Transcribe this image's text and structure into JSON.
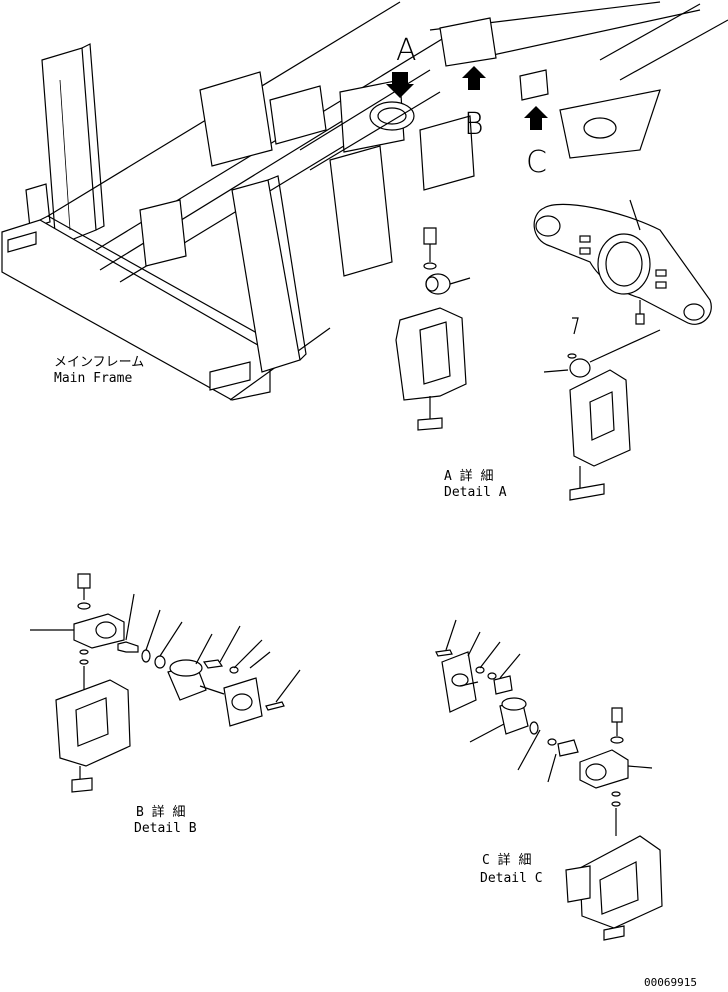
{
  "main_frame": {
    "label_jp": "メインフレーム",
    "label_en": "Main Frame"
  },
  "callouts": {
    "a": "A",
    "b": "B",
    "c": "C"
  },
  "detail_a": {
    "label_jp": "A 詳 細",
    "label_en": "Detail A"
  },
  "detail_b": {
    "label_jp": "B 詳 細",
    "label_en": "Detail B"
  },
  "detail_c": {
    "label_jp": "C 詳 細",
    "label_en": "Detail C"
  },
  "drawing_number": "00069915"
}
